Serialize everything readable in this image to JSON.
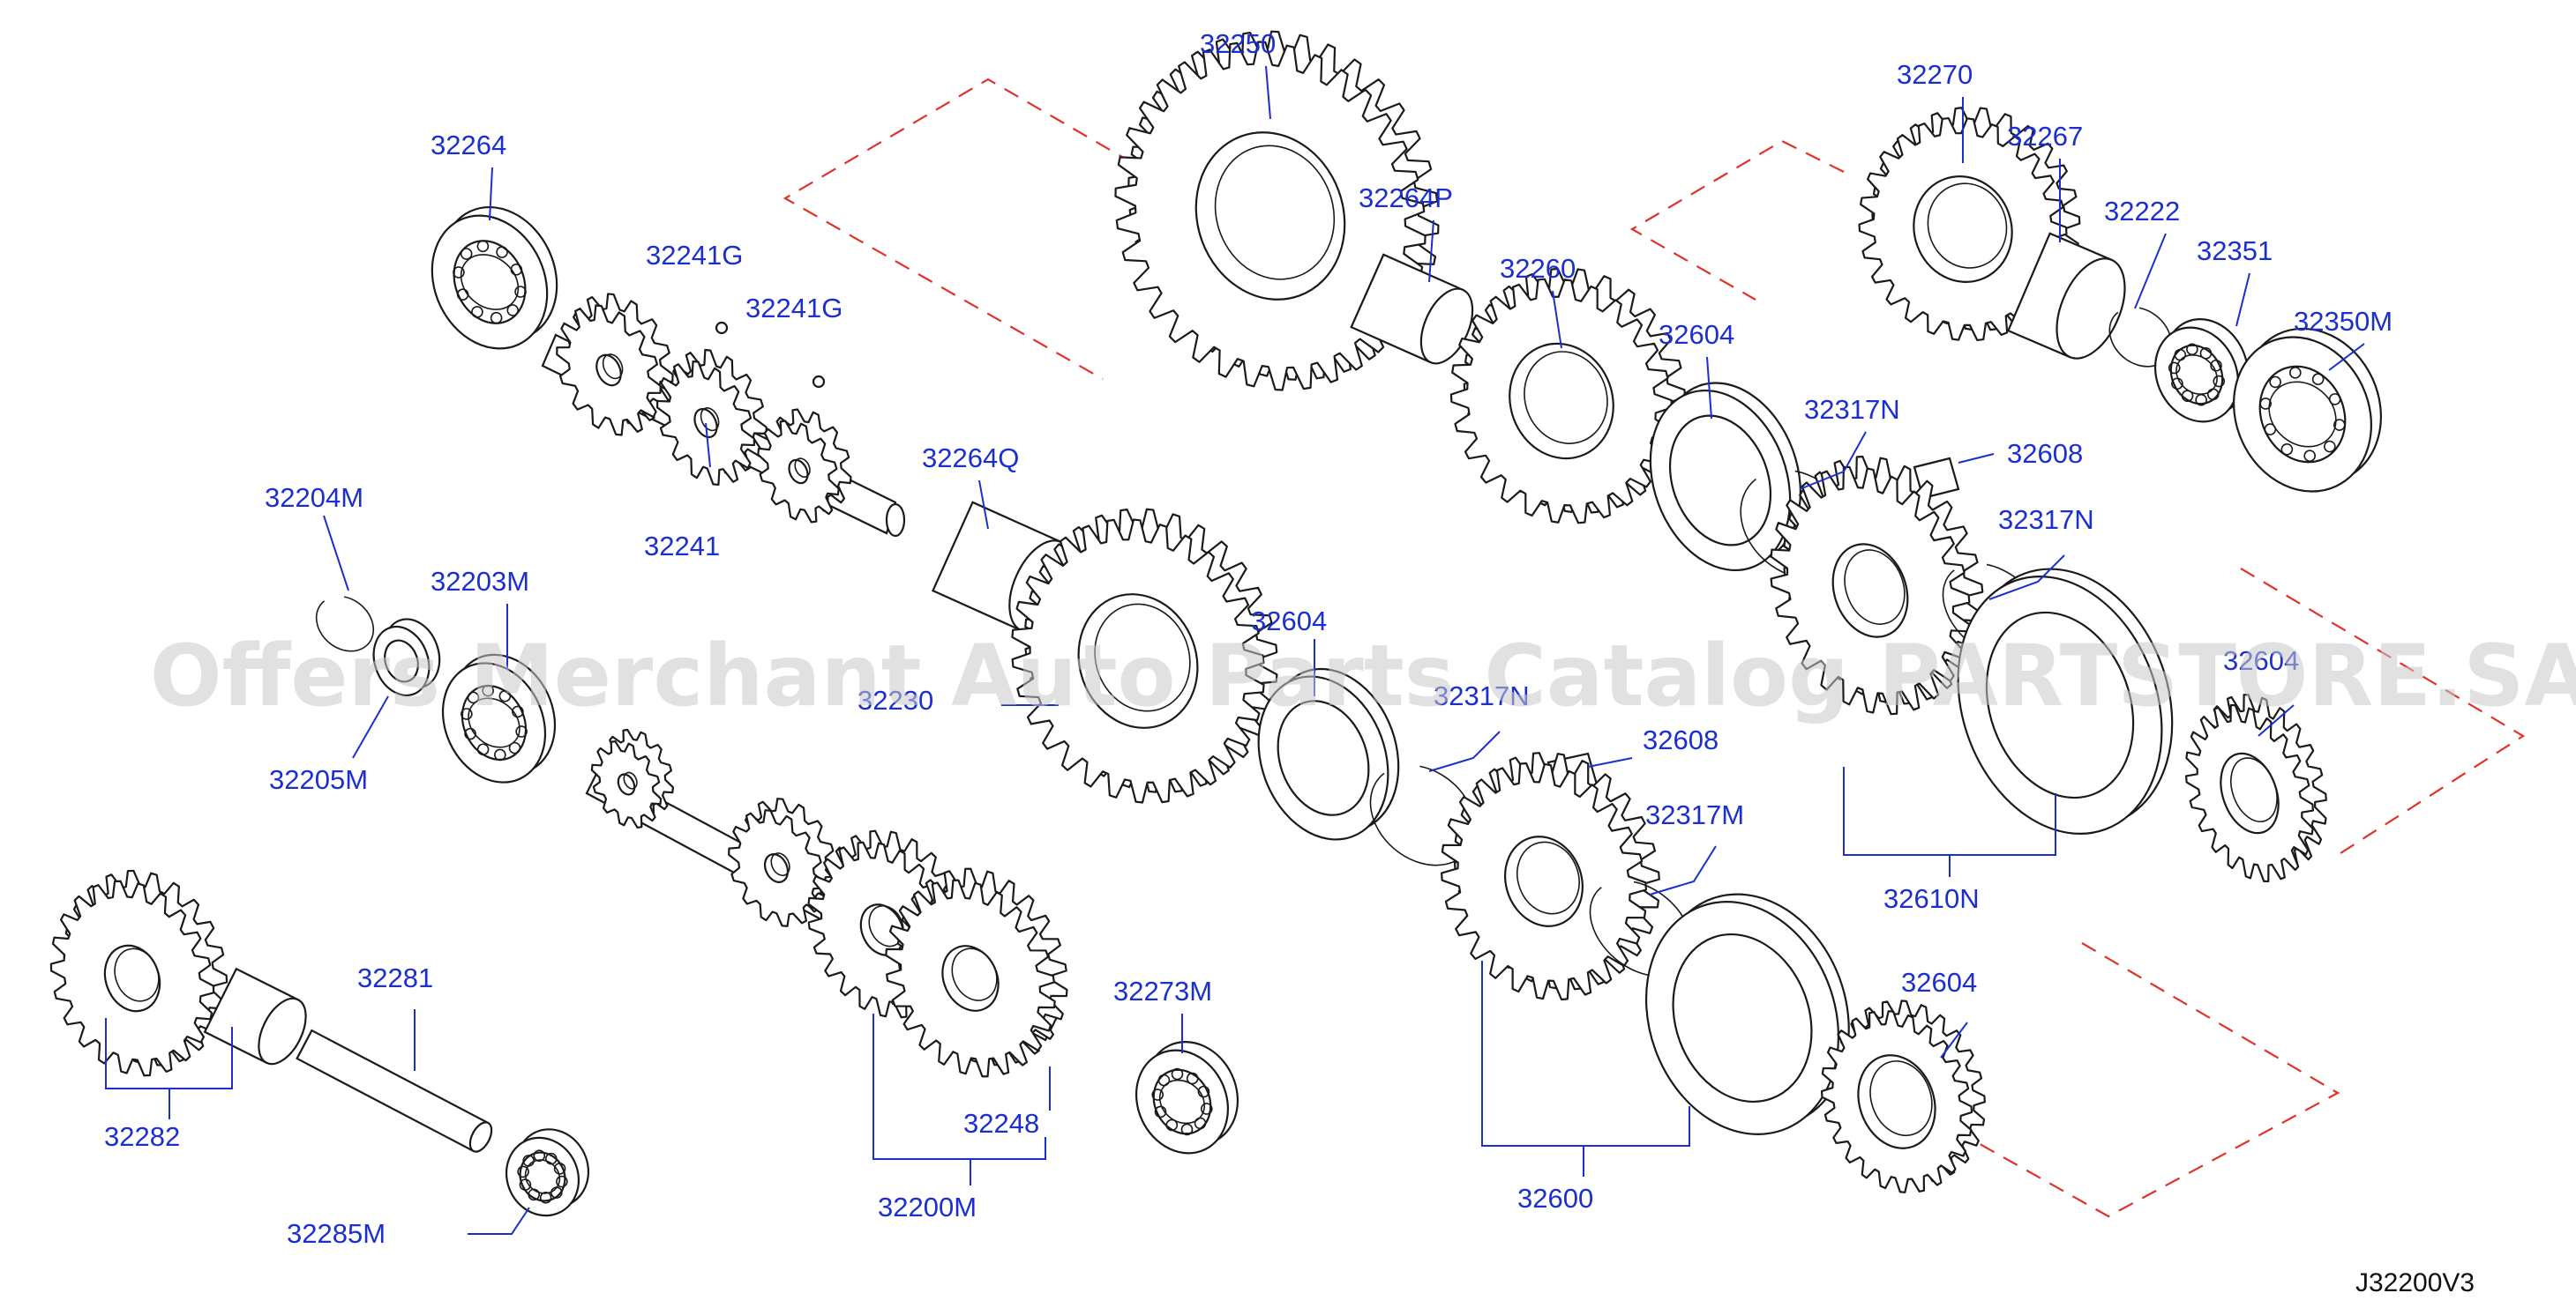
{
  "diagram_code": "J32200V3",
  "watermark": "Offers Merchant Auto Parts Catalog PARTSTORE.SA",
  "colors": {
    "label": "#1b2fd0",
    "leader": "#1b2fd0",
    "group_outline": "#e0322b",
    "line_art": "#1a1a1a"
  },
  "labels": {
    "p32250": "32250",
    "p32264P": "32264P",
    "p32260": "32260",
    "p32604a": "32604",
    "p32270": "32270",
    "p32267": "32267",
    "p32222": "32222",
    "p32351": "32351",
    "p32350M": "32350M",
    "p32264": "32264",
    "p32241Ga": "32241G",
    "p32241Gb": "32241G",
    "p32241": "32241",
    "p32264Q": "32264Q",
    "p32317Na": "32317N",
    "p32608a": "32608",
    "p32317Nb": "32317N",
    "p32204M": "32204M",
    "p32203M": "32203M",
    "p32230": "32230",
    "p32604b": "32604",
    "p32317Nc": "32317N",
    "p32604c": "32604",
    "p32205M": "32205M",
    "p32608b": "32608",
    "p32317M": "32317M",
    "p32610N": "32610N",
    "p32281": "32281",
    "p32273M": "32273M",
    "p32604d": "32604",
    "p32282": "32282",
    "p32248": "32248",
    "p32285M": "32285M",
    "p32200M": "32200M",
    "p32600": "32600"
  }
}
